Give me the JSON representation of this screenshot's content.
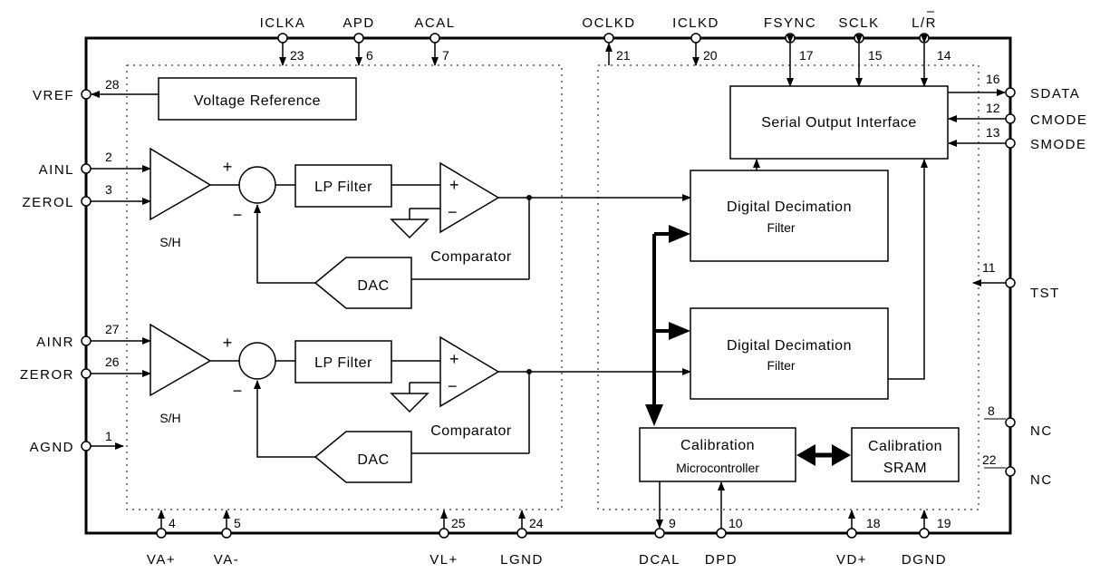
{
  "pins": {
    "top": [
      {
        "name": "ICLKA",
        "num": "23"
      },
      {
        "name": "APD",
        "num": "6"
      },
      {
        "name": "ACAL",
        "num": "7"
      },
      {
        "name": "OCLKD",
        "num": "21"
      },
      {
        "name": "ICLKD",
        "num": "20"
      },
      {
        "name": "FSYNC",
        "num": "17"
      },
      {
        "name": "SCLK",
        "num": "15"
      },
      {
        "name": "L/R",
        "num": "14"
      }
    ],
    "left": [
      {
        "name": "VREF",
        "num": "28"
      },
      {
        "name": "AINL",
        "num": "2"
      },
      {
        "name": "ZEROL",
        "num": "3"
      },
      {
        "name": "AINR",
        "num": "27"
      },
      {
        "name": "ZEROR",
        "num": "26"
      },
      {
        "name": "AGND",
        "num": "1"
      }
    ],
    "right": [
      {
        "name": "SDATA",
        "num": "16"
      },
      {
        "name": "CMODE",
        "num": "12"
      },
      {
        "name": "SMODE",
        "num": "13"
      },
      {
        "name": "TST",
        "num": "11"
      },
      {
        "name": "NC",
        "num": "8"
      },
      {
        "name": "NC",
        "num": "22"
      }
    ],
    "bottom": [
      {
        "name": "VA+",
        "num": "4"
      },
      {
        "name": "VA-",
        "num": "5"
      },
      {
        "name": "VL+",
        "num": "25"
      },
      {
        "name": "LGND",
        "num": "24"
      },
      {
        "name": "DCAL",
        "num": "9"
      },
      {
        "name": "DPD",
        "num": "10"
      },
      {
        "name": "VD+",
        "num": "18"
      },
      {
        "name": "DGND",
        "num": "19"
      }
    ]
  },
  "blocks": {
    "voltage_reference": "Voltage Reference",
    "serial_output": "Serial Output Interface",
    "lp_filter": "LP Filter",
    "sh": "S/H",
    "dac": "DAC",
    "comparator": "Comparator",
    "decimation_line1": "Digital Decimation",
    "decimation_line2": "Filter",
    "cal_micro_line1": "Calibration",
    "cal_micro_line2": "Microcontroller",
    "cal_sram_line1": "Calibration",
    "cal_sram_line2": "SRAM"
  },
  "signs": {
    "plus": "+",
    "minus": "−"
  }
}
